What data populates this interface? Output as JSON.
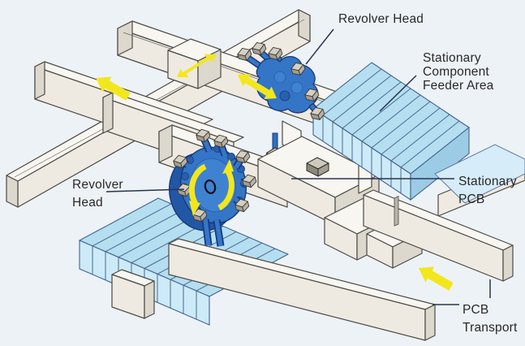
{
  "diagram": {
    "background_color": "#edf2f6",
    "labels": {
      "revolver_head_top": "Revolver Head",
      "feeder_area": {
        "line1": "Stationary",
        "line2": "Component",
        "line3": "Feeder Area"
      },
      "revolver_head_left": {
        "line1": "Revolver",
        "line2": "Head"
      },
      "stationary_pcb": {
        "line1": "Stationary",
        "line2": "PCB"
      },
      "pcb_transport": {
        "line1": "PCB",
        "line2": "Transport"
      }
    },
    "colors": {
      "beam_top": "#f8f6f1",
      "beam_front": "#eeeae2",
      "beam_side": "#ddd8cd",
      "feeder_top": "#b5def1",
      "feeder_front": "#cdeaf8",
      "feeder_side": "#9ccbe6",
      "feeder_stripe": "#49698f",
      "revolver_blue": "#3475c6",
      "revolver_dark": "#16397c",
      "pad_gray_top": "#d6d0c3",
      "pad_gray_front": "#a39c8f",
      "arrow_yellow": "#f2e71d",
      "leader_line": "#2a3450",
      "label_text": "#282828",
      "outline": "#4c4a45"
    },
    "arrows": [
      {
        "name": "transport-arrow-upper-left",
        "direction": "up-left"
      },
      {
        "name": "carriage-travel-arrow",
        "direction": "double-headed along gantry"
      },
      {
        "name": "head-travel-arrow",
        "direction": "double-headed along beam"
      },
      {
        "name": "rotation-arrows",
        "direction": "counterclockwise"
      },
      {
        "name": "transport-arrow-lower-right",
        "direction": "up-left"
      }
    ],
    "center_symbol": "O"
  }
}
